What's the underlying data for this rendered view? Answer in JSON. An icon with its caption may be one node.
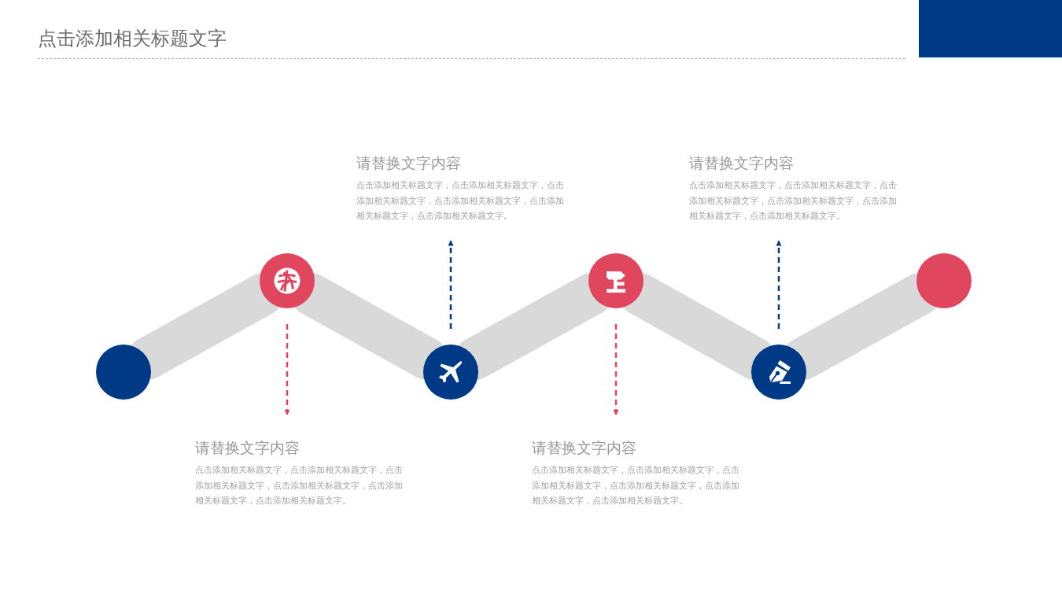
{
  "diagram": {
    "title": "点击添加相关标题文字",
    "nodes": [
      {
        "text": [],
        "shape": "circle"
      },
      {
        "text": [],
        "shape": "circle"
      },
      {
        "text": [],
        "shape": "circle"
      },
      {
        "text": [],
        "shape": "circle"
      },
      {
        "text": [],
        "shape": "circle"
      },
      {
        "text": [],
        "shape": "circle"
      },
      {
        "text": [
          "请替换文字内容",
          "点击添加相关标题文字，点击添加相关标题文字，点击添加相关标题文字，点击添加相关标题文字，点击添加相关标题文字，点击添加相关标题文字。"
        ]
      },
      {
        "text": [
          "请替换文字内容",
          "点击添加相关标题文字，点击添加相关标题文字，点击添加相关标题文字，点击添加相关标题文字，点击添加相关标题文字，点击添加相关标题文字。"
        ]
      },
      {
        "text": [
          "请替换文字内容",
          "点击添加相关标题文字，点击添加相关标题文字，点击添加相关标题文字，点击添加相关标题文字，点击添加相关标题文字，点击添加相关标题文字。"
        ]
      },
      {
        "text": [
          "请替换文字内容",
          "点击添加相关标题文字，点击添加相关标题文字，点击添加相关标题文字，点击添加相关标题文字，点击添加相关标题文字，点击添加相关标题文字。"
        ]
      }
    ],
    "edges": [
      {
        "from": 0,
        "to": 1,
        "arrow": "none"
      },
      {
        "from": 1,
        "to": 2,
        "arrow": "none"
      },
      {
        "from": 2,
        "to": 3,
        "arrow": "none"
      },
      {
        "from": 3,
        "to": 4,
        "arrow": "none"
      },
      {
        "from": 4,
        "to": 5,
        "arrow": "none"
      },
      {
        "from": 1,
        "to": 8,
        "arrow": "to",
        "style": "dashed",
        "color": "#e0475f"
      },
      {
        "from": 2,
        "to": 6,
        "arrow": "to",
        "style": "dashed",
        "color": "#003a87"
      },
      {
        "from": 3,
        "to": 9,
        "arrow": "to",
        "style": "dashed",
        "color": "#e0475f"
      },
      {
        "from": 4,
        "to": 7,
        "arrow": "to",
        "style": "dashed",
        "color": "#003a87"
      }
    ]
  }
}
